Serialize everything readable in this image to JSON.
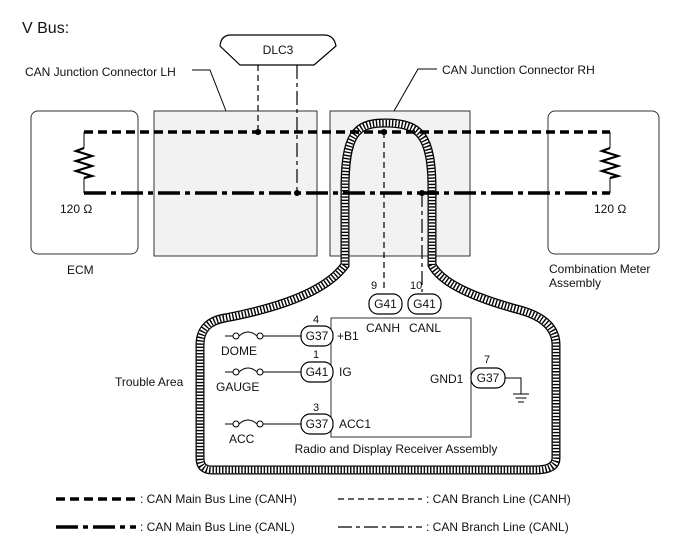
{
  "title": "V Bus:",
  "dlc3": "DLC3",
  "junction_lh": "CAN Junction Connector LH",
  "junction_rh": "CAN Junction Connector RH",
  "ecm": {
    "label": "ECM",
    "resistor": "120 Ω"
  },
  "meter": {
    "label_line1": "Combination Meter",
    "label_line2": "Assembly",
    "resistor": "120 Ω"
  },
  "trouble_area": "Trouble Area",
  "receiver": {
    "label": "Radio and Display Receiver Assembly",
    "canh_pin": "9",
    "canh_conn": "G41",
    "canh_label": "CANH",
    "canl_pin": "10",
    "canl_conn": "G41",
    "canl_label": "CANL",
    "b1_pin": "4",
    "b1_conn": "G37",
    "b1_label": "+B1",
    "ig_pin": "1",
    "ig_conn": "G41",
    "ig_label": "IG",
    "acc_pin": "3",
    "acc_conn": "G37",
    "acc_label": "ACC1",
    "gnd_pin": "7",
    "gnd_conn": "G37",
    "gnd_label": "GND1"
  },
  "fuses": {
    "dome": "DOME",
    "gauge": "GAUGE",
    "acc": "ACC"
  },
  "legend": {
    "main_canh": ": CAN Main Bus Line (CANH)",
    "main_canl": ": CAN Main Bus Line (CANL)",
    "branch_canh": ": CAN Branch Line (CANH)",
    "branch_canl": ": CAN Branch Line (CANL)"
  }
}
